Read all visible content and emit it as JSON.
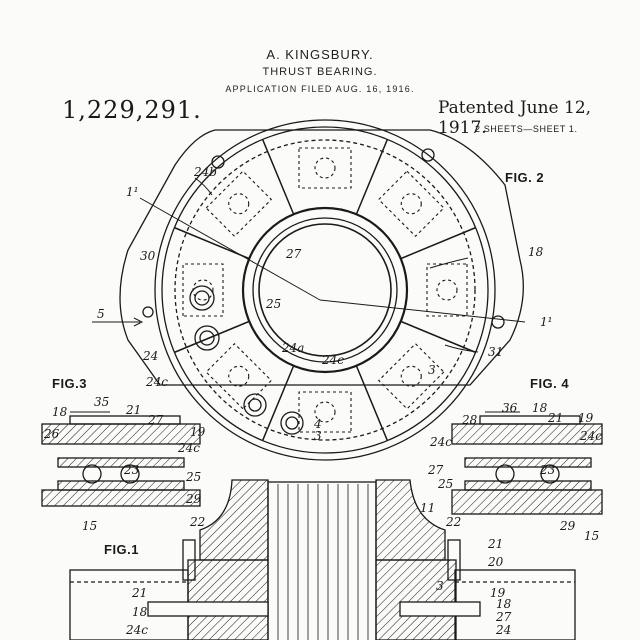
{
  "header": {
    "inventor": "A. KINGSBURY.",
    "subject": "THRUST BEARING.",
    "application": "APPLICATION FILED AUG. 16, 1916.",
    "patent_number": "1,229,291.",
    "patented": "Patented June 12, 1917.",
    "sheets": "2 SHEETS—SHEET 1."
  },
  "figures": {
    "fig1": "FIG.1",
    "fig2": "FIG. 2",
    "fig3": "FIG.3",
    "fig4": "FIG. 4"
  },
  "fig2_refs": [
    "1¹",
    "24b",
    "30",
    "27",
    "18",
    "25",
    "5",
    "1¹",
    "24",
    "24a",
    "24c",
    "31",
    "24c",
    "3",
    "4",
    "3"
  ],
  "fig3_refs": [
    "18",
    "35",
    "21",
    "27",
    "26",
    "19",
    "24c",
    "23",
    "25",
    "29",
    "15"
  ],
  "fig4_refs": [
    "28",
    "36",
    "18",
    "21",
    "19",
    "24c",
    "24c",
    "27",
    "25",
    "23",
    "29",
    "15"
  ],
  "fig1_refs": [
    "11",
    "22",
    "22",
    "21",
    "20",
    "21",
    "18",
    "24c",
    "3",
    "19",
    "18",
    "27",
    "24"
  ],
  "colors": {
    "ink": "#1a1a1a",
    "paper": "#fbfbf9"
  }
}
